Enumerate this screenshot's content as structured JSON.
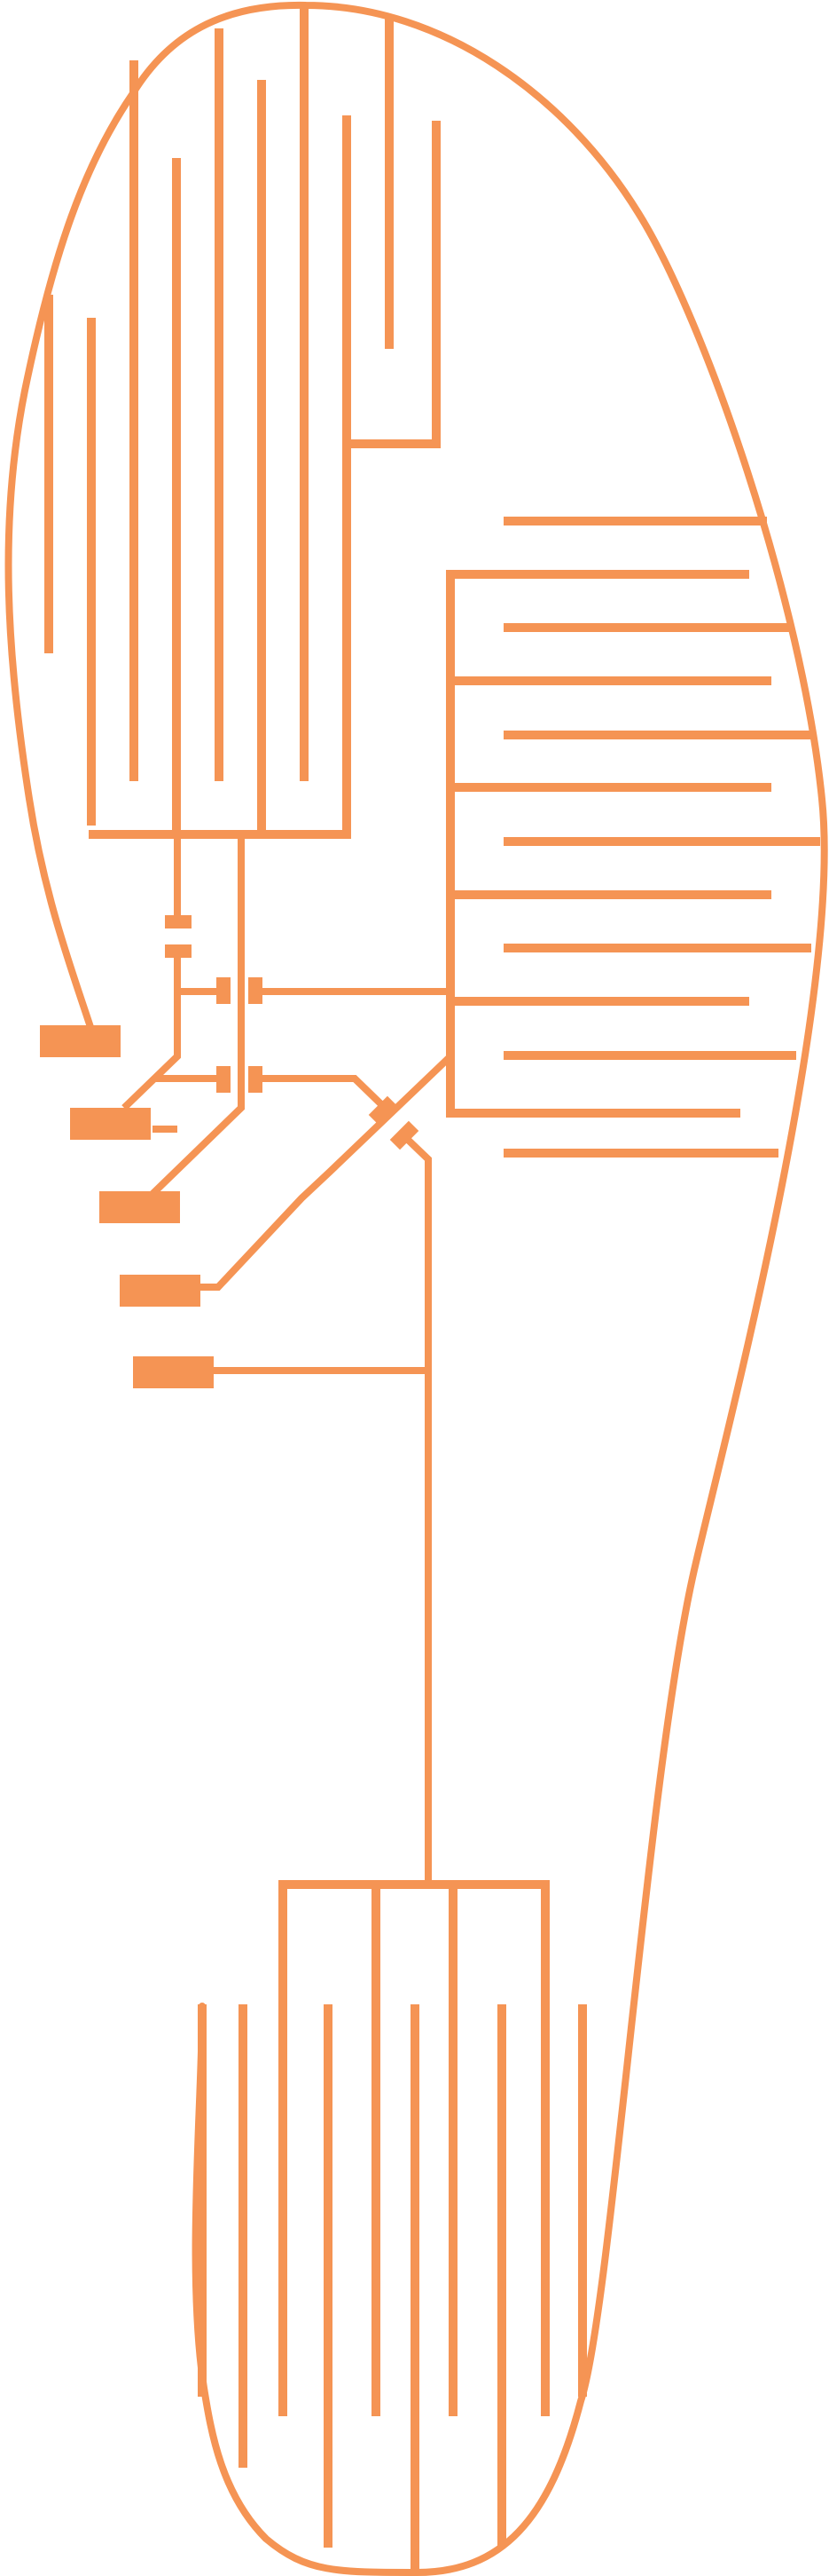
{
  "diagram": {
    "type": "insole-sensor-circuit-layout",
    "colors": {
      "trace": "#f59454",
      "background": "#ffffff"
    },
    "regions": [
      "toe-electrode-array",
      "midfoot-interdigitated-electrodes",
      "heel-electrode-array",
      "connector-pads",
      "routing-traces"
    ],
    "connector_pad_count": 6
  }
}
